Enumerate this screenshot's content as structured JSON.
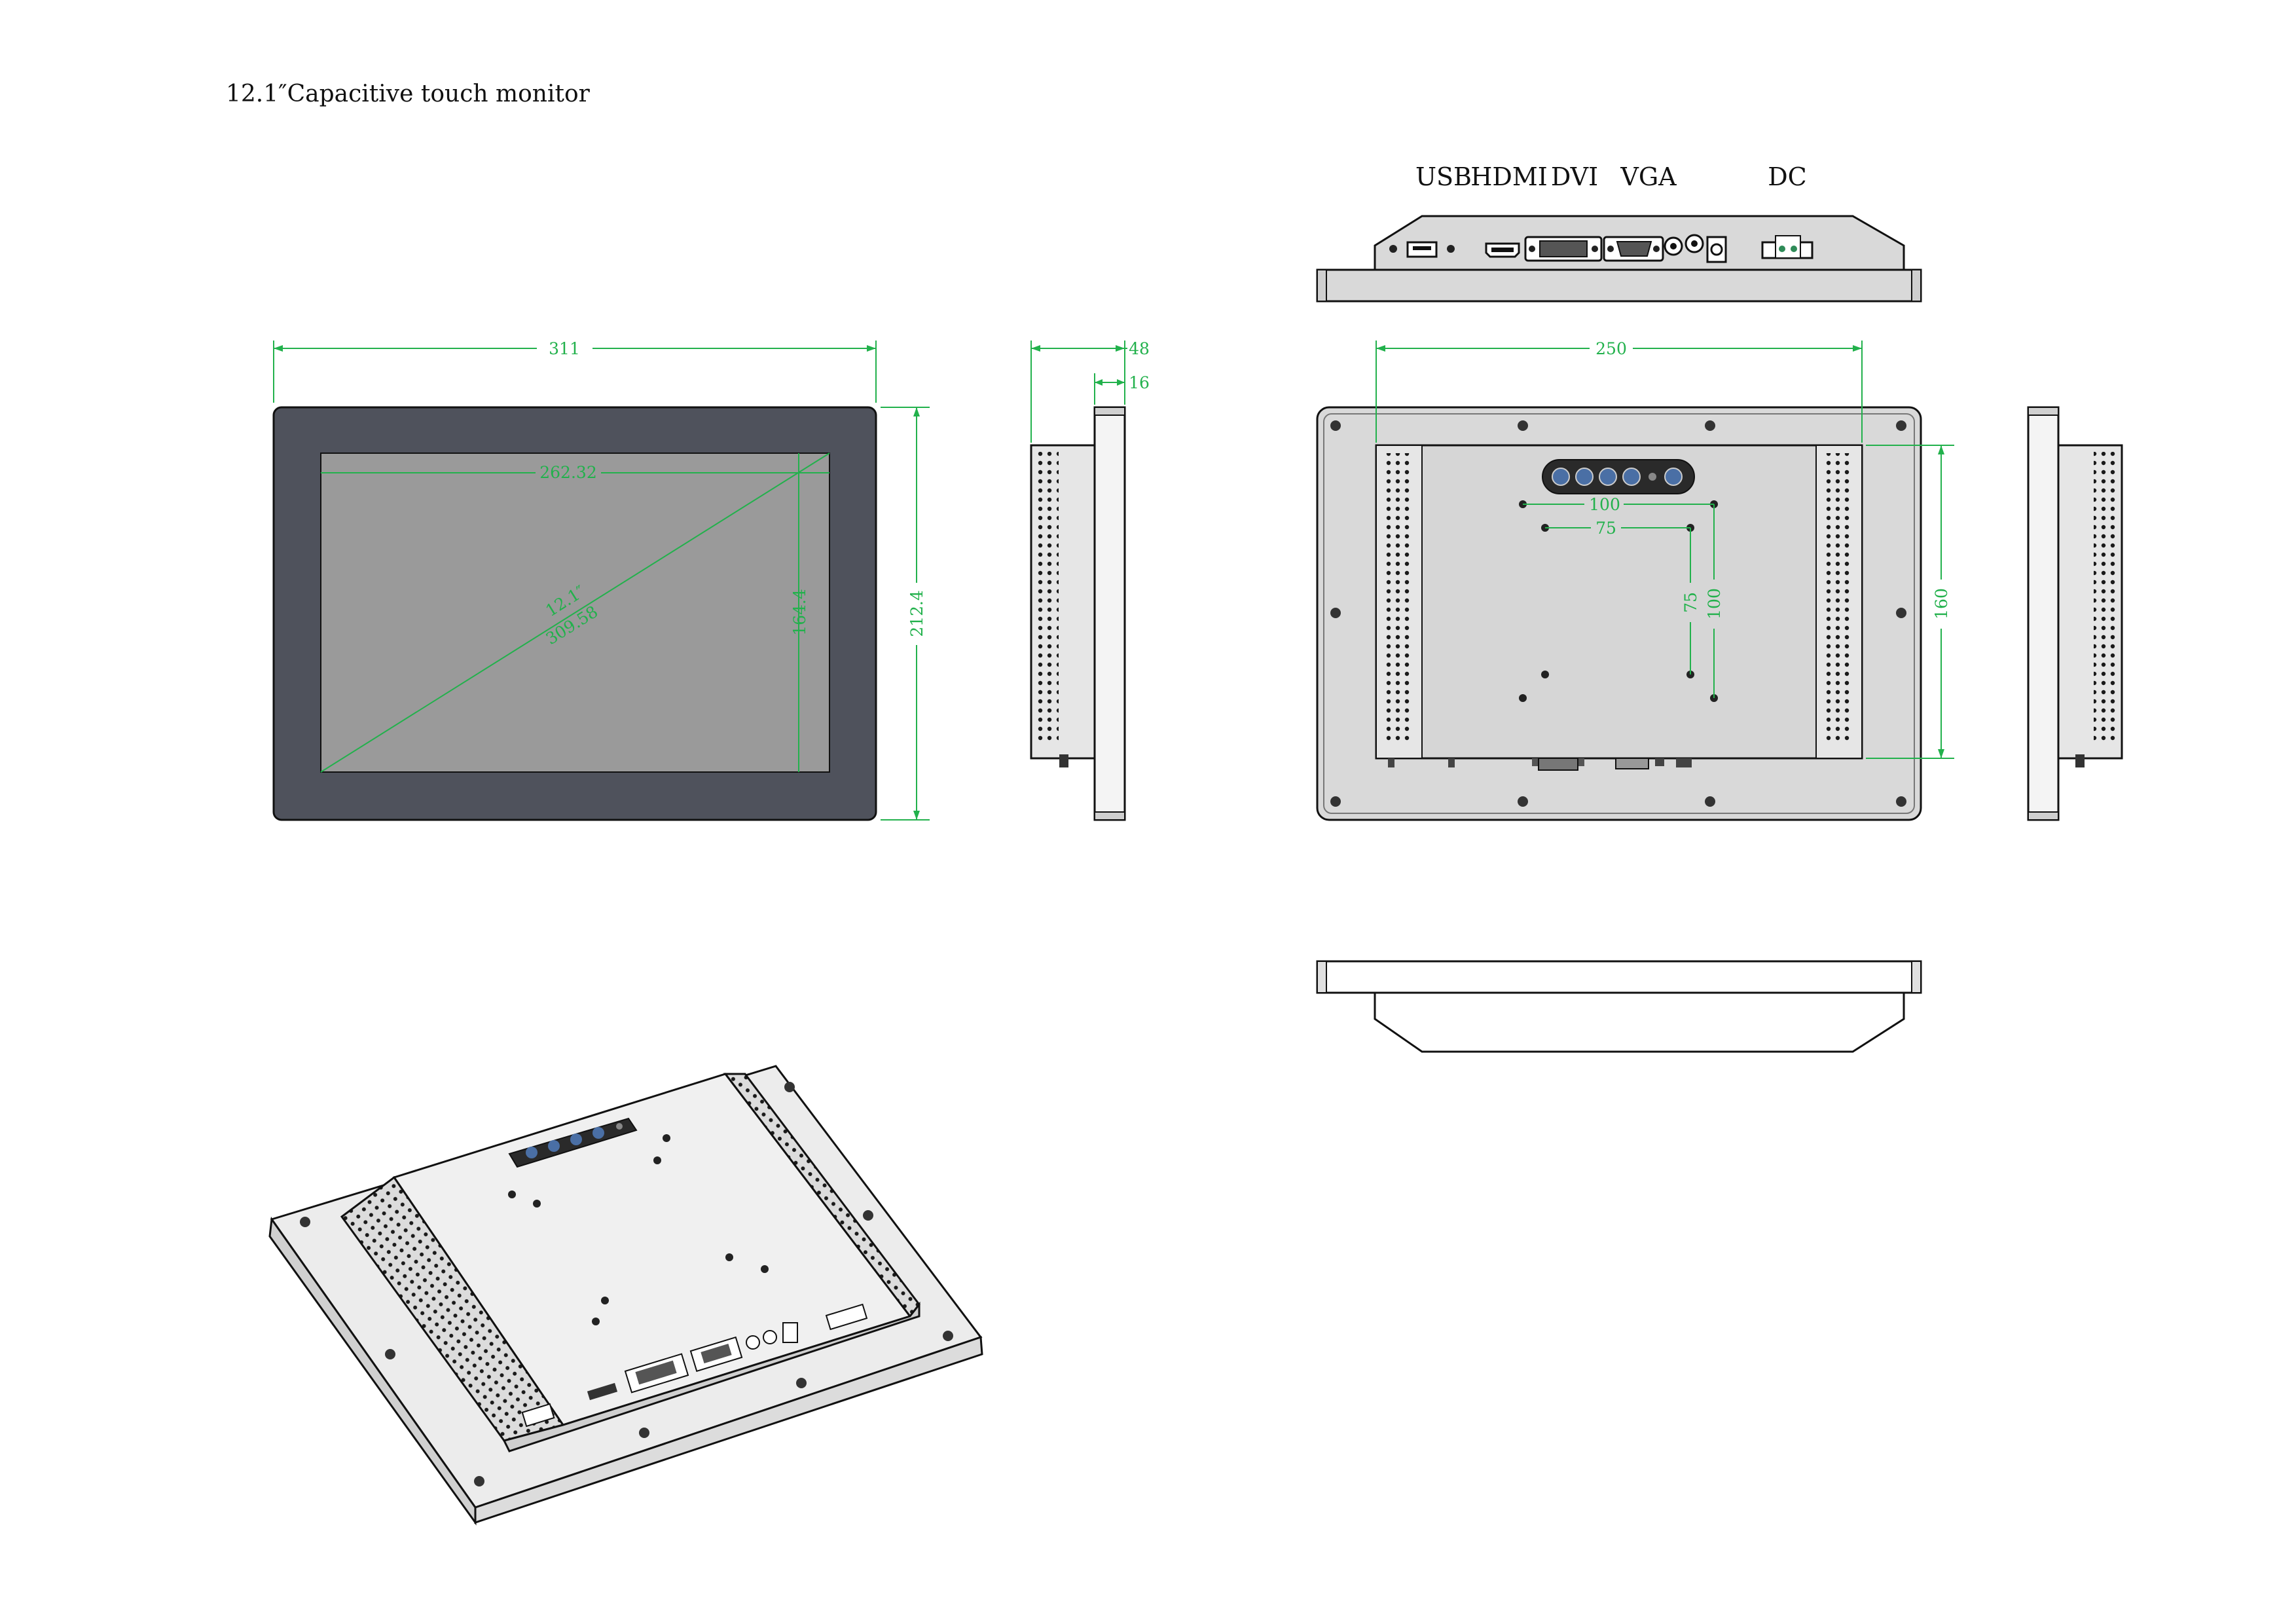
{
  "title": "12.1″Capacitive touch monitor",
  "port_labels": {
    "usb": "USB",
    "hdmi": "HDMI",
    "dvi": "DVI",
    "vga": "VGA",
    "dc": "DC"
  },
  "dimensions": {
    "front_width": "311",
    "front_height": "212.4",
    "active_width": "262.32",
    "active_height": "164.4",
    "diagonal_inch": "12.1″",
    "diagonal_mm": "309.58",
    "total_depth": "48",
    "bezel_depth": "16",
    "back_width": "250",
    "back_height": "160",
    "vesa_100_h": "100",
    "vesa_75_h": "75",
    "vesa_75_v": "75",
    "vesa_100_v": "100"
  },
  "colors": {
    "dimension": "#22b14c",
    "bezel": "#4f525c",
    "screen": "#9a9a9a",
    "housing": "#d9d9d9",
    "outline": "#111111"
  }
}
